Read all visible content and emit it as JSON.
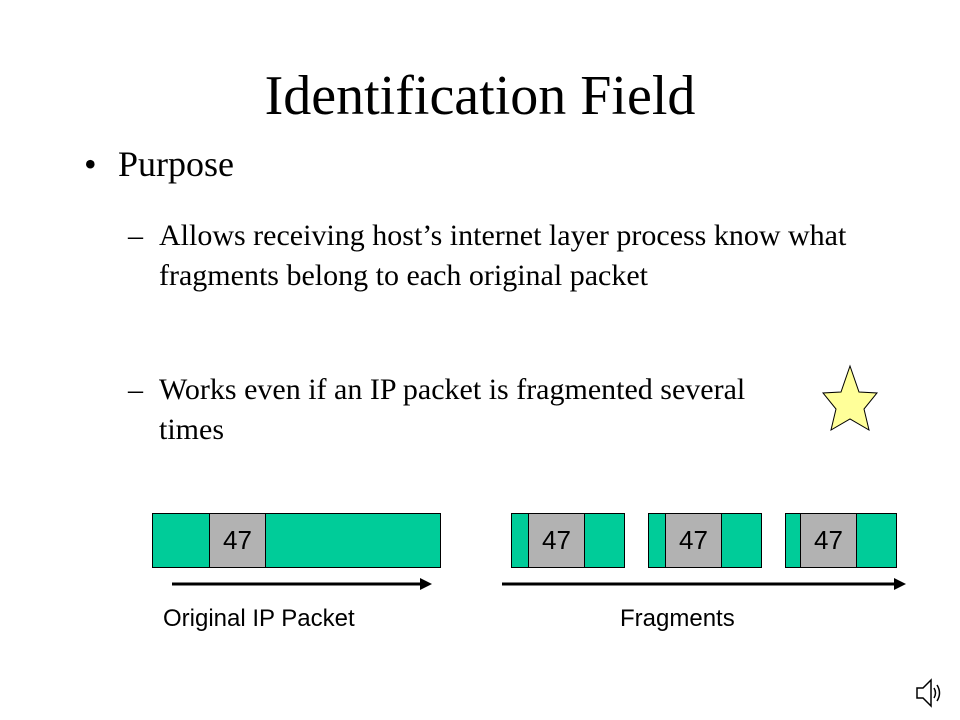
{
  "slide": {
    "title": "Identification Field",
    "bullet": "Purpose",
    "subbullets": [
      {
        "marker": "–",
        "text": "Allows receiving host’s internet layer process know what fragments belong to each original packet"
      },
      {
        "marker": "–",
        "text": "Works even if an IP packet is fragmented several times"
      }
    ]
  },
  "diagram": {
    "id_value": "47",
    "original_label": "Original IP Packet",
    "fragments_label": "Fragments",
    "colors": {
      "packet": "#00cc99",
      "id_field": "#b2b2b2",
      "star": "#ffff99"
    }
  },
  "icons": [
    "star-icon",
    "speaker-icon"
  ]
}
